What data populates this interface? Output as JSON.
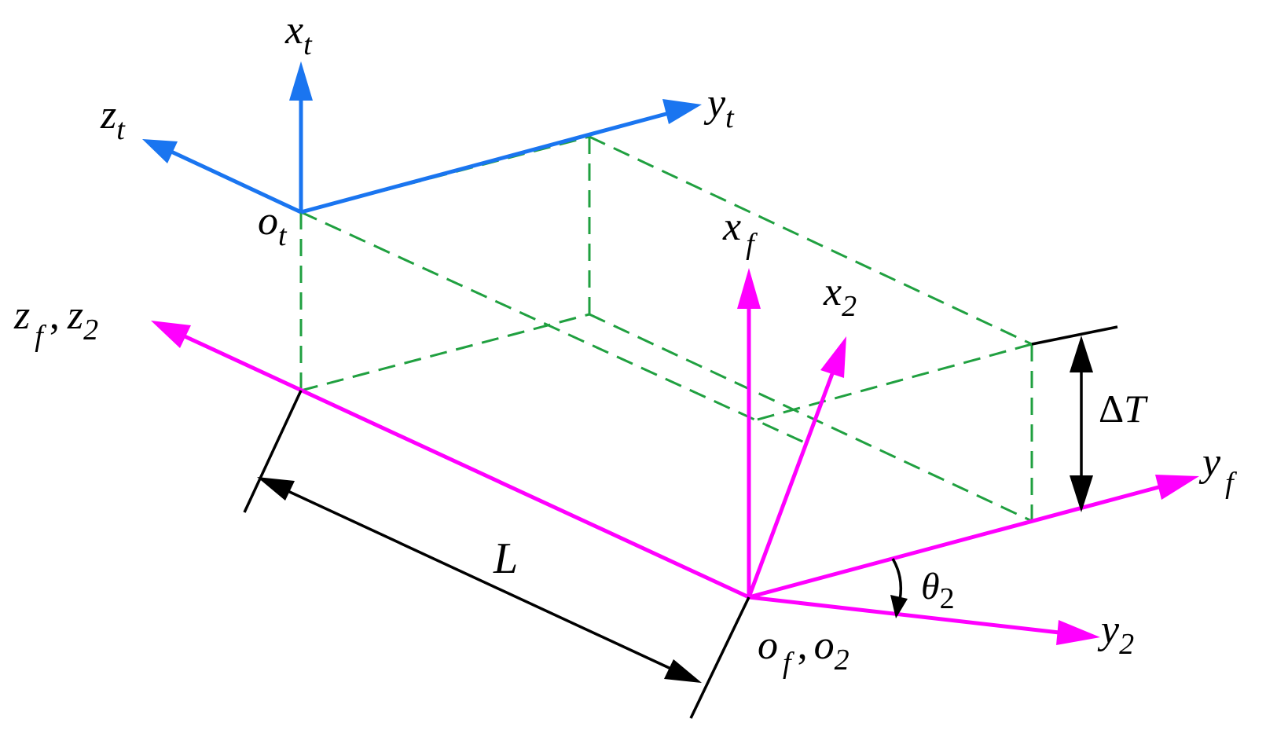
{
  "colors": {
    "target_frame": "#1a75f0",
    "follower_frame": "#ff00ff",
    "dashed_box": "#20a040",
    "dimension": "#000000"
  },
  "labels": {
    "xt": {
      "main": "x",
      "sub": "t"
    },
    "yt": {
      "main": "y",
      "sub": "t"
    },
    "zt": {
      "main": "z",
      "sub": "t"
    },
    "ot": {
      "main": "o",
      "sub": "t"
    },
    "xf": {
      "main": "x",
      "sub": "f"
    },
    "yf": {
      "main": "y",
      "sub": "f"
    },
    "x2": {
      "main": "x",
      "sub": "2"
    },
    "y2": {
      "main": "y",
      "sub": "2"
    },
    "zf": {
      "main": "z",
      "sub": "f"
    },
    "z2": {
      "main": "z",
      "sub": "2"
    },
    "of": {
      "main": "o",
      "sub": "f"
    },
    "o2": {
      "main": "o",
      "sub": "2"
    },
    "comma": ",",
    "L": "L",
    "delta": "Δ",
    "T": "T",
    "theta": {
      "main": "θ",
      "sub": "2"
    }
  }
}
